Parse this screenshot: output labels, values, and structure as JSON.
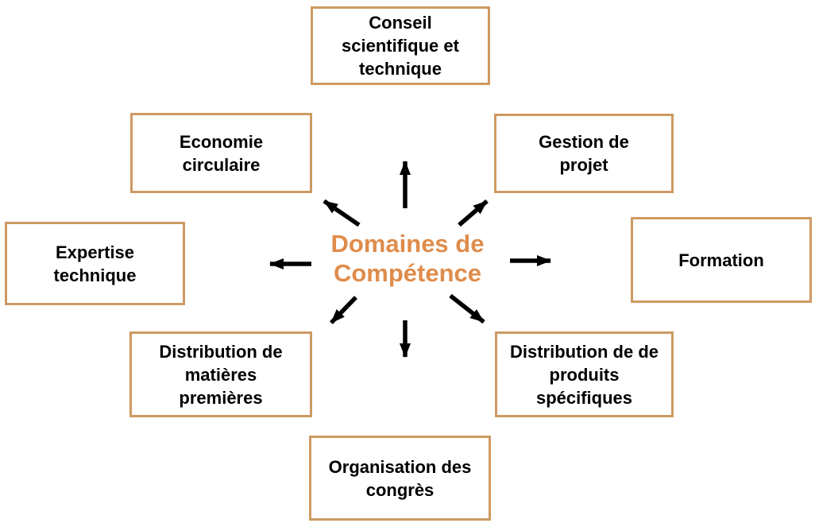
{
  "diagram": {
    "center_label": "Domaines de Compétence",
    "nodes": {
      "top": {
        "label": "Conseil scientifique et technique"
      },
      "top_left": {
        "label": "Economie circulaire"
      },
      "top_right": {
        "label": "Gestion de projet"
      },
      "left": {
        "label": "Expertise technique"
      },
      "right": {
        "label": "Formation"
      },
      "bottom_left": {
        "label": "Distribution de matières premières"
      },
      "bottom_right": {
        "label": "Distribution de de produits spécifiques"
      },
      "bottom": {
        "label": "Organisation des congrès"
      }
    },
    "colors": {
      "box_border": "#CD9A62",
      "box_background": "#FFFFFF",
      "node_text": "#000000",
      "center_text": "#DF8C4B",
      "arrow": "#000000",
      "page_background": "#FFFFFF"
    }
  }
}
